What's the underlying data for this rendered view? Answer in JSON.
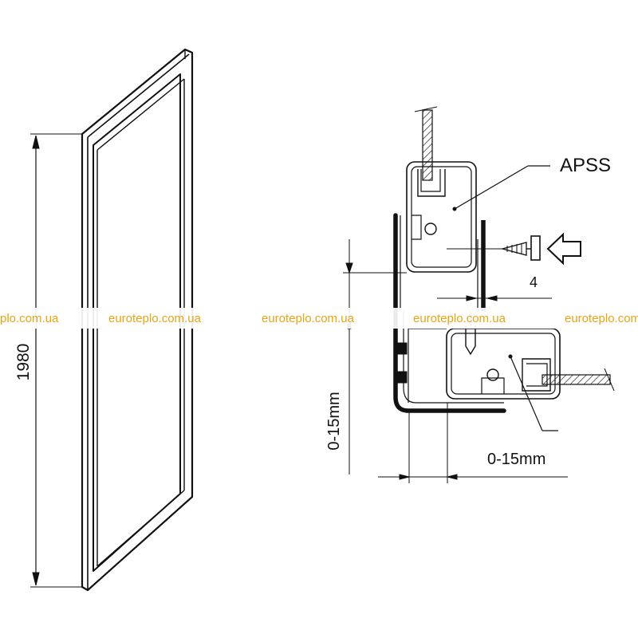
{
  "panel": {
    "height_label": "1980"
  },
  "profile_detail": {
    "model_label": "APSS",
    "screw_dimension": "4",
    "vertical_range": "0-15mm",
    "horizontal_range": "0-15mm"
  },
  "watermark": {
    "text": [
      "plo.com.ua",
      "euroteplo.com.ua",
      "euroteplo.com.ua",
      "euroteplo.com.ua",
      "euroteplo.com.ua"
    ],
    "color": "#e8a317"
  }
}
